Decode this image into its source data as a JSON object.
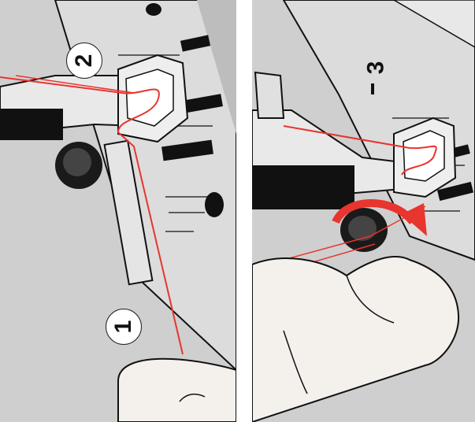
{
  "figure": {
    "panels": [
      {
        "id": "left",
        "steps": [
          "2",
          "1"
        ]
      },
      {
        "id": "right",
        "steps": [
          "3"
        ]
      }
    ]
  },
  "labels": {
    "step_1": "1",
    "step_2": "2",
    "step_3": "3"
  },
  "colors": {
    "thread": "#e8352e",
    "machine_plate": "#d6d6d6",
    "shadow": "#222222",
    "arrow": "#e8352e"
  },
  "icons": {
    "presser_foot": "presser-foot-icon",
    "thread_guide": "thread-guide-icon",
    "finger": "finger-icon",
    "turn_arrow": "turn-arrow-icon"
  }
}
